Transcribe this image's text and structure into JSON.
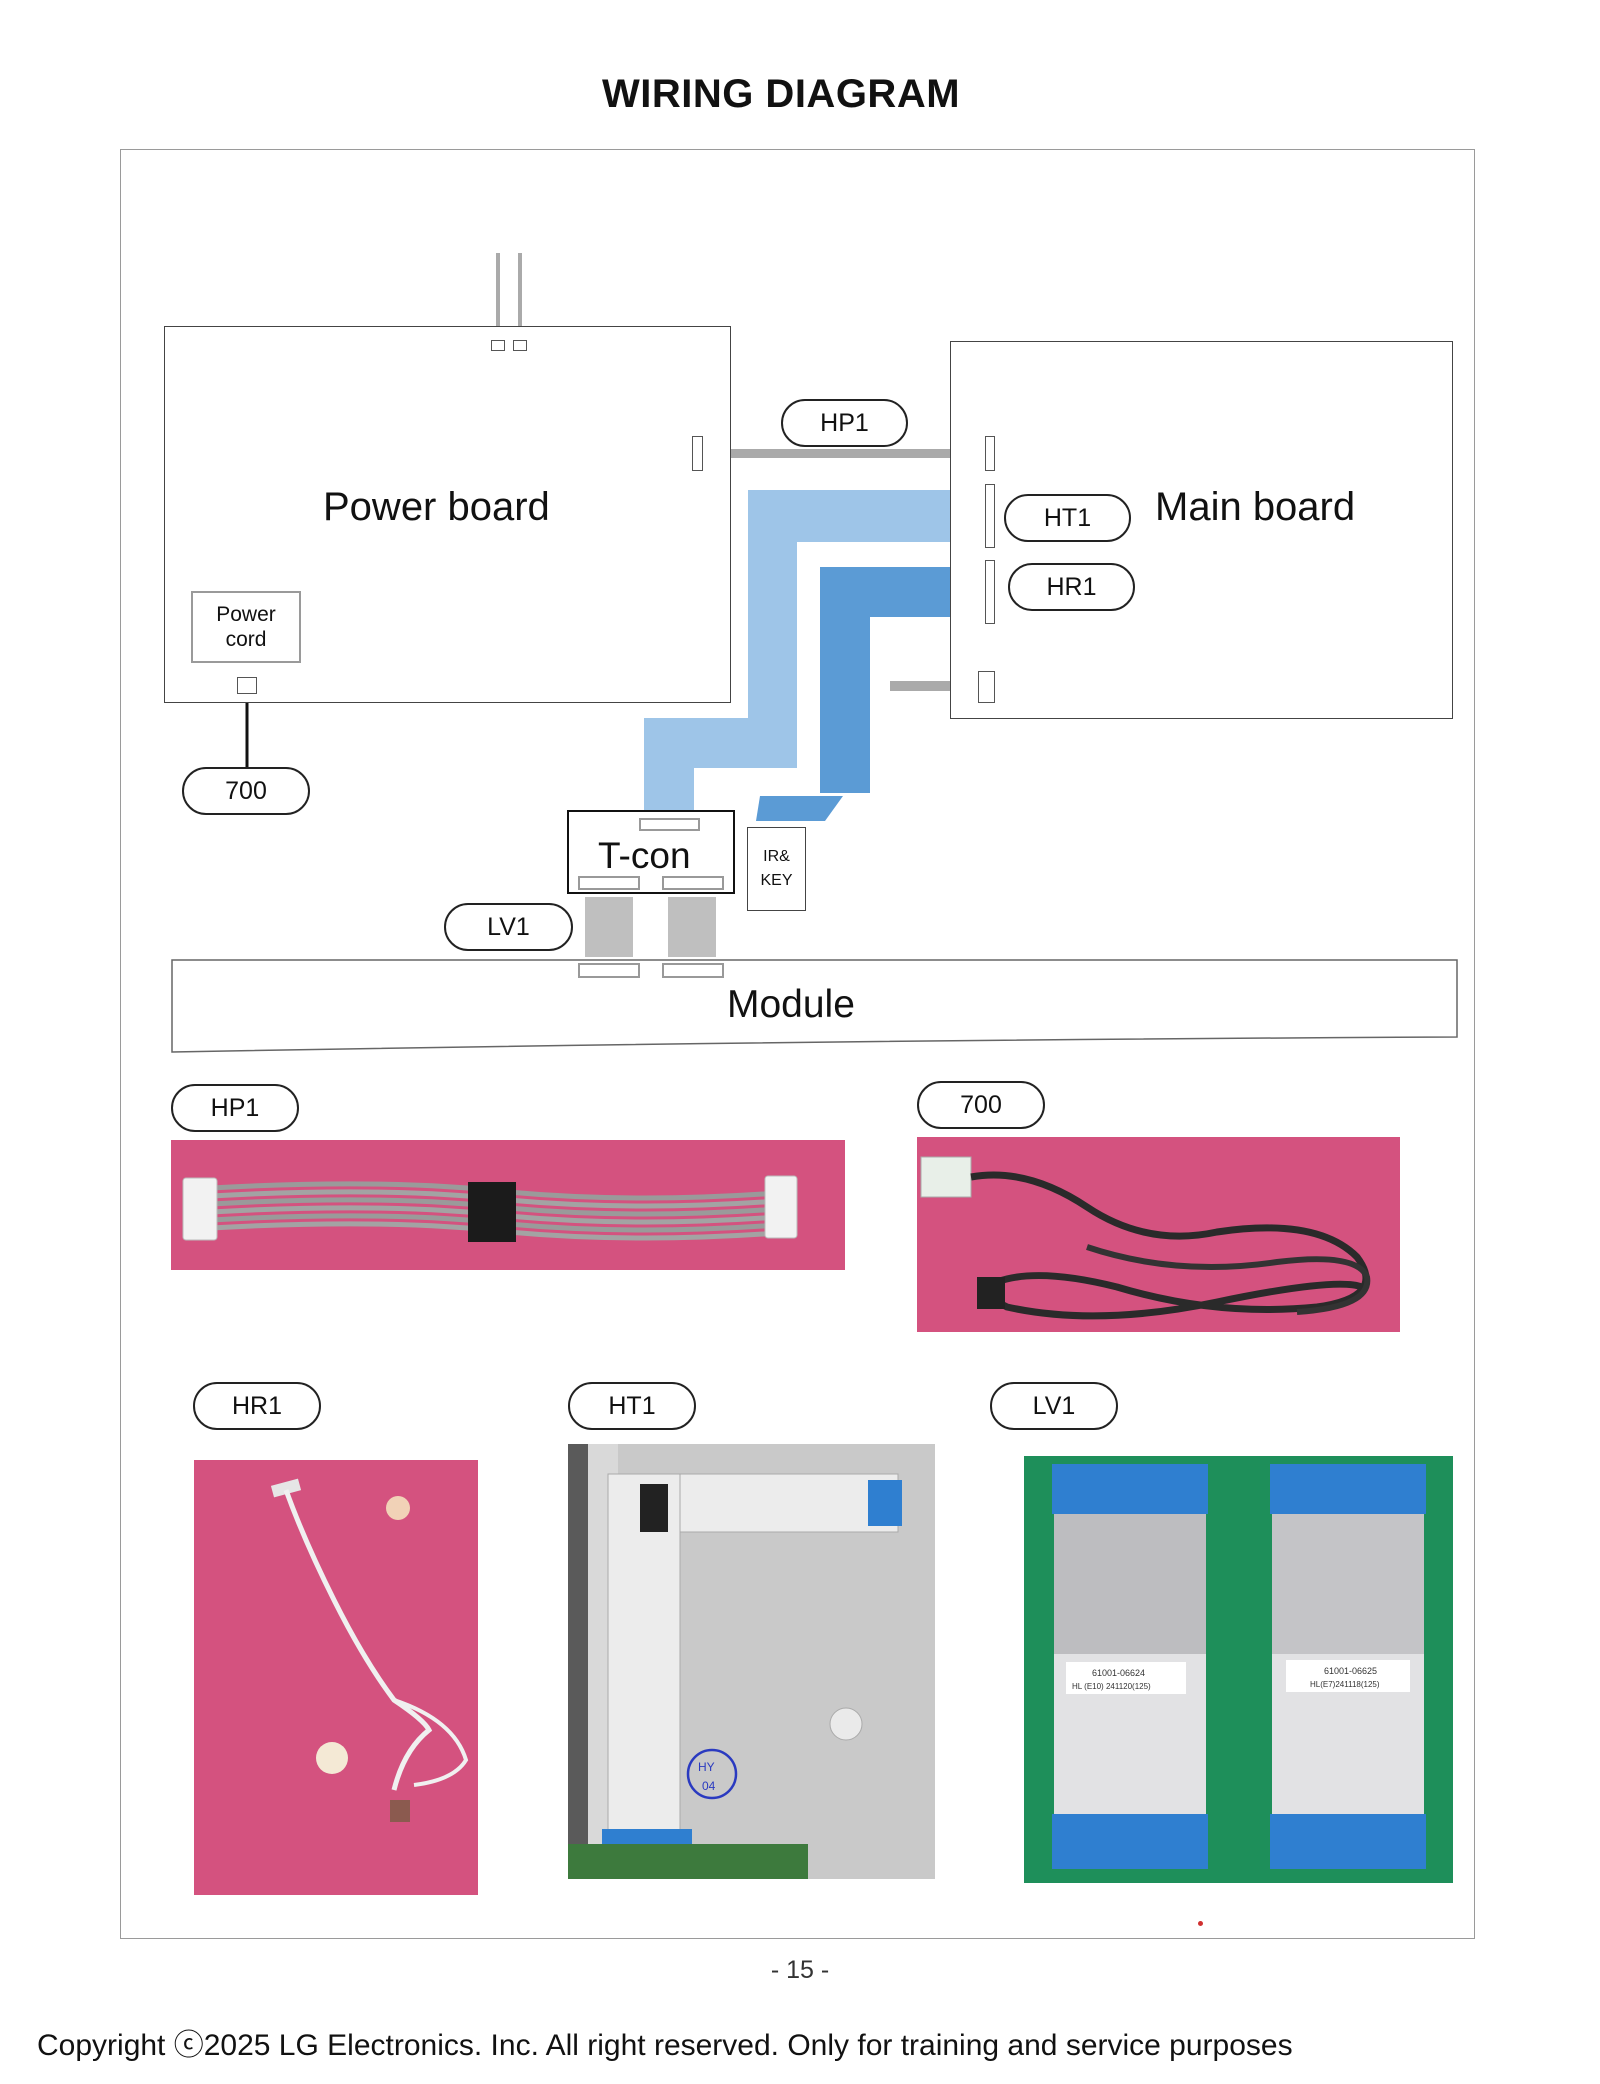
{
  "page": {
    "title": "WIRING DIAGRAM",
    "page_number": "- 15 -",
    "copyright": "Copyright ⓒ2025   LG Electronics. Inc. All right reserved. Only for training and service purposes"
  },
  "diagram": {
    "power_board_label": "Power board",
    "main_board_label": "Main board",
    "power_cord_label_line1": "Power",
    "power_cord_label_line2": "cord",
    "tcon_label": "T-con",
    "ir_key_label_line1": "IR&",
    "ir_key_label_line2": "KEY",
    "module_label": "Module",
    "tags": {
      "hp1": "HP1",
      "ht1": "HT1",
      "hr1": "HR1",
      "cord700": "700",
      "lv1": "LV1"
    },
    "colors": {
      "ht1_cable": "#9ec5e8",
      "hr1_cable": "#5b9bd5",
      "hp1_cable": "#aaaaaa",
      "lv1_cable": "#bfbfbf"
    }
  },
  "photos": {
    "hp1_tag": "HP1",
    "cord700_tag": "700",
    "hr1_tag": "HR1",
    "ht1_tag": "HT1",
    "lv1_tag": "LV1",
    "lv1_label_left_line1": "61001-06624",
    "lv1_label_left_line2": "HL (E10) 241120(125)",
    "lv1_label_right_line1": "61001-06625",
    "lv1_label_right_line2": "HL(E7)241118(125)",
    "ht1_stamp_line1": "HY",
    "ht1_stamp_line2": "04",
    "colors": {
      "mat_pink": "#d4527f",
      "mat_green": "#1e8f5a",
      "tape_blue": "#2f7fd0"
    }
  }
}
